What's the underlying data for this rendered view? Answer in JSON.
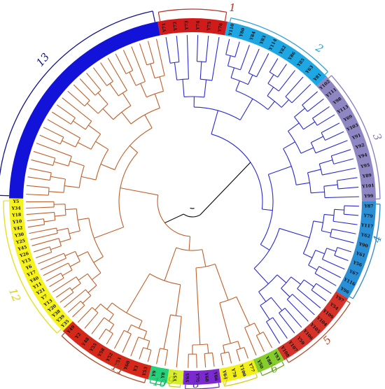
{
  "figure": {
    "colors": {
      "blue_branch": "#2b2bd0",
      "orange_branch": "#c0602a",
      "root_branch": "#000000"
    },
    "clades": [
      {
        "number": "1",
        "band_color": "#d11a1a",
        "arc_color": "#b8342a",
        "label_color": "#b8342a",
        "start": -11,
        "end": 11,
        "leaves": [
          "Y71",
          "Y72",
          "Y73",
          "Y74",
          "Y75",
          "Y76"
        ]
      },
      {
        "number": "2",
        "band_color": "#1fa7e3",
        "arc_color": "#2f9fd8",
        "label_color": "#2f9fd8",
        "start": 11,
        "end": 47,
        "leaves": [
          "Y110",
          "Y80",
          "Y84",
          "Y83",
          "Y114",
          "Y82",
          "Y86",
          "Y85",
          "Y63",
          "Y81"
        ]
      },
      {
        "number": "3",
        "band_color": "#8f86c4",
        "arc_color": "#8a78bf",
        "label_color": "#8a78bf",
        "start": 47,
        "end": 90,
        "leaves": [
          "Y102",
          "Y111",
          "Y98",
          "Y113",
          "Y69",
          "Y103",
          "Y91",
          "Y92",
          "Y94",
          "Y95",
          "Y89",
          "Y101",
          "Y99"
        ]
      },
      {
        "number": "4",
        "band_color": "#2b8fd6",
        "arc_color": "#2f86c8",
        "label_color": "#2f86c8",
        "start": 90,
        "end": 122,
        "leaves": [
          "Y87",
          "Y79",
          "Y117",
          "Y62",
          "Y90",
          "Y61",
          "Y56",
          "Y67",
          "Y116",
          "Y96"
        ]
      },
      {
        "number": "5",
        "band_color": "#d6322a",
        "arc_color": "#b84a2a",
        "label_color": "#b84a2a",
        "start": 122,
        "end": 150,
        "leaves": [
          "Y97",
          "Y54",
          "Y109",
          "Y104",
          "Y105",
          "Y106",
          "Y59",
          "Y107",
          "Y108"
        ]
      },
      {
        "number": "6",
        "band_color": "#86cc2a",
        "arc_color": "#6aa820",
        "label_color": "#6aa820",
        "start": 150,
        "end": 159,
        "leaves": [
          "Y93",
          "Y88",
          "Y50"
        ]
      },
      {
        "number": "7",
        "band_color": "#f2ef1a",
        "arc_color": "#d4cf10",
        "label_color": "#c9c010",
        "start": 159,
        "end": 171,
        "leaves": [
          "Y77",
          "Y100",
          "Y78",
          "Y64"
        ]
      },
      {
        "number": "8",
        "band_color": "#7a2ad0",
        "arc_color": "#6a2ac0",
        "label_color": "#6a2ac0",
        "start": 171,
        "end": 183,
        "leaves": [
          "Y66",
          "Y68",
          "Y70",
          "Y65"
        ]
      },
      {
        "number": "9",
        "band_color": "#d8ee2a",
        "arc_color": "#bcd41a",
        "label_color": "#b0c814",
        "start": 183,
        "end": 188,
        "leaves": [
          "Y57"
        ]
      },
      {
        "number": "10",
        "band_color": "#27d07a",
        "arc_color": "#22b56a",
        "label_color": "#22b56a",
        "start": 188,
        "end": 194,
        "leaves": [
          "Y8",
          "Y9"
        ]
      },
      {
        "number": "11",
        "band_color": "#d6281a",
        "arc_color": "#b04a2a",
        "label_color": "#b04a2a",
        "start": 194,
        "end": 225,
        "leaves": [
          "Y53",
          "Y3",
          "Y60",
          "Y51",
          "Y52",
          "Y58",
          "Y55",
          "Y48",
          "Y2",
          "Y49"
        ]
      },
      {
        "number": "12",
        "band_color": "#f6f21e",
        "arc_color": "#e6df10",
        "label_color": "#d8d010",
        "start": 225,
        "end": 271,
        "leaves": [
          "Y35",
          "Y39",
          "Y38",
          "Y20",
          "Y13",
          "Y7",
          "Y21",
          "Y11",
          "Y40",
          "Y17",
          "Y6",
          "Y15",
          "Y26",
          "Y45",
          "Y25",
          "Y30",
          "Y42",
          "Y10",
          "Y18",
          "Y34",
          "Y5"
        ]
      },
      {
        "number": "13",
        "band_color": "#1212d8",
        "arc_color": "#12128a",
        "label_color": "#12128a",
        "start": 271,
        "end": 349,
        "leaves": []
      }
    ]
  }
}
